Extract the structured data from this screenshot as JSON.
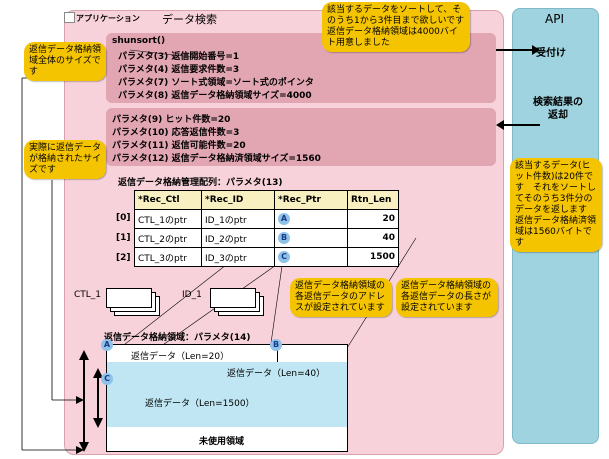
{
  "app": {
    "label": "アプリケーション",
    "title": "データ検索"
  },
  "api": {
    "title": "API"
  },
  "call": {
    "func": "shunsort()",
    "params_in": [
      "パラメタ(3) 返信開始番号=1",
      "パラメタ(4) 返信要求件数=3",
      "パラメタ(7) ソート式領域=ソート式のポインタ",
      "パラメタ(8) 返信データ格納領域サイズ=4000"
    ],
    "params_out": [
      "パラメタ(9)  ヒット件数=20",
      "パラメタ(10) 応答返信件数=3",
      "パラメタ(11) 返信可能件数=20",
      "パラメタ(12) 返信データ格納済領域サイズ=1560"
    ]
  },
  "arrows": {
    "accept": "受付け",
    "return": "検索結果の返却"
  },
  "callouts": {
    "top": "該当するデータをソートして、そのうち1から3件目まで欲しいです　返信データ格納領域は4000バイト用意しました",
    "left_total": "返信データ格納領域全体のサイズです",
    "left_actual": "実際に返信データが格納されたサイズです",
    "right_api": "該当するデータ(ヒット件数)は20件です　それをソートしてそのうち3件分のデータを返します　返信データ格納済領域は1560バイトです",
    "addr": "返信データ格納領域の各返信データのアドレスが設定されています",
    "len": "返信データ格納領域の各返信データの長さが設定されています"
  },
  "table": {
    "title": "返信データ格納管理配列：パラメタ(13)",
    "headers": [
      "*Rec_Ctl",
      "*Rec_ID",
      "*Rec_Ptr",
      "Rtn_Len"
    ],
    "rows": [
      {
        "idx": "[0]",
        "ctl": "CTL_1のptr",
        "id": "ID_1のptr",
        "ptr": "A",
        "len": "20"
      },
      {
        "idx": "[1]",
        "ctl": "CTL_2のptr",
        "id": "ID_2のptr",
        "ptr": "B",
        "len": "40"
      },
      {
        "idx": "[2]",
        "ctl": "CTL_3のptr",
        "id": "ID_3のptr",
        "ptr": "C",
        "len": "1500"
      }
    ]
  },
  "stacks": {
    "ctl": "CTL_1",
    "id": "ID_1"
  },
  "storage": {
    "title": "返信データ格納領域：パラメタ(14)",
    "seg1": "返信データ（Len=20）",
    "seg2": "返信データ（Len=40）",
    "seg3": "返信データ（Len=1500）",
    "unused": "未使用領域",
    "mark_a": "A",
    "mark_b": "B",
    "mark_c": "C"
  },
  "colors": {
    "app_bg": "#f7d2da",
    "api_bg": "#9fd3e0",
    "callout": "#f5c400",
    "param_box": "#e2a5b2"
  }
}
